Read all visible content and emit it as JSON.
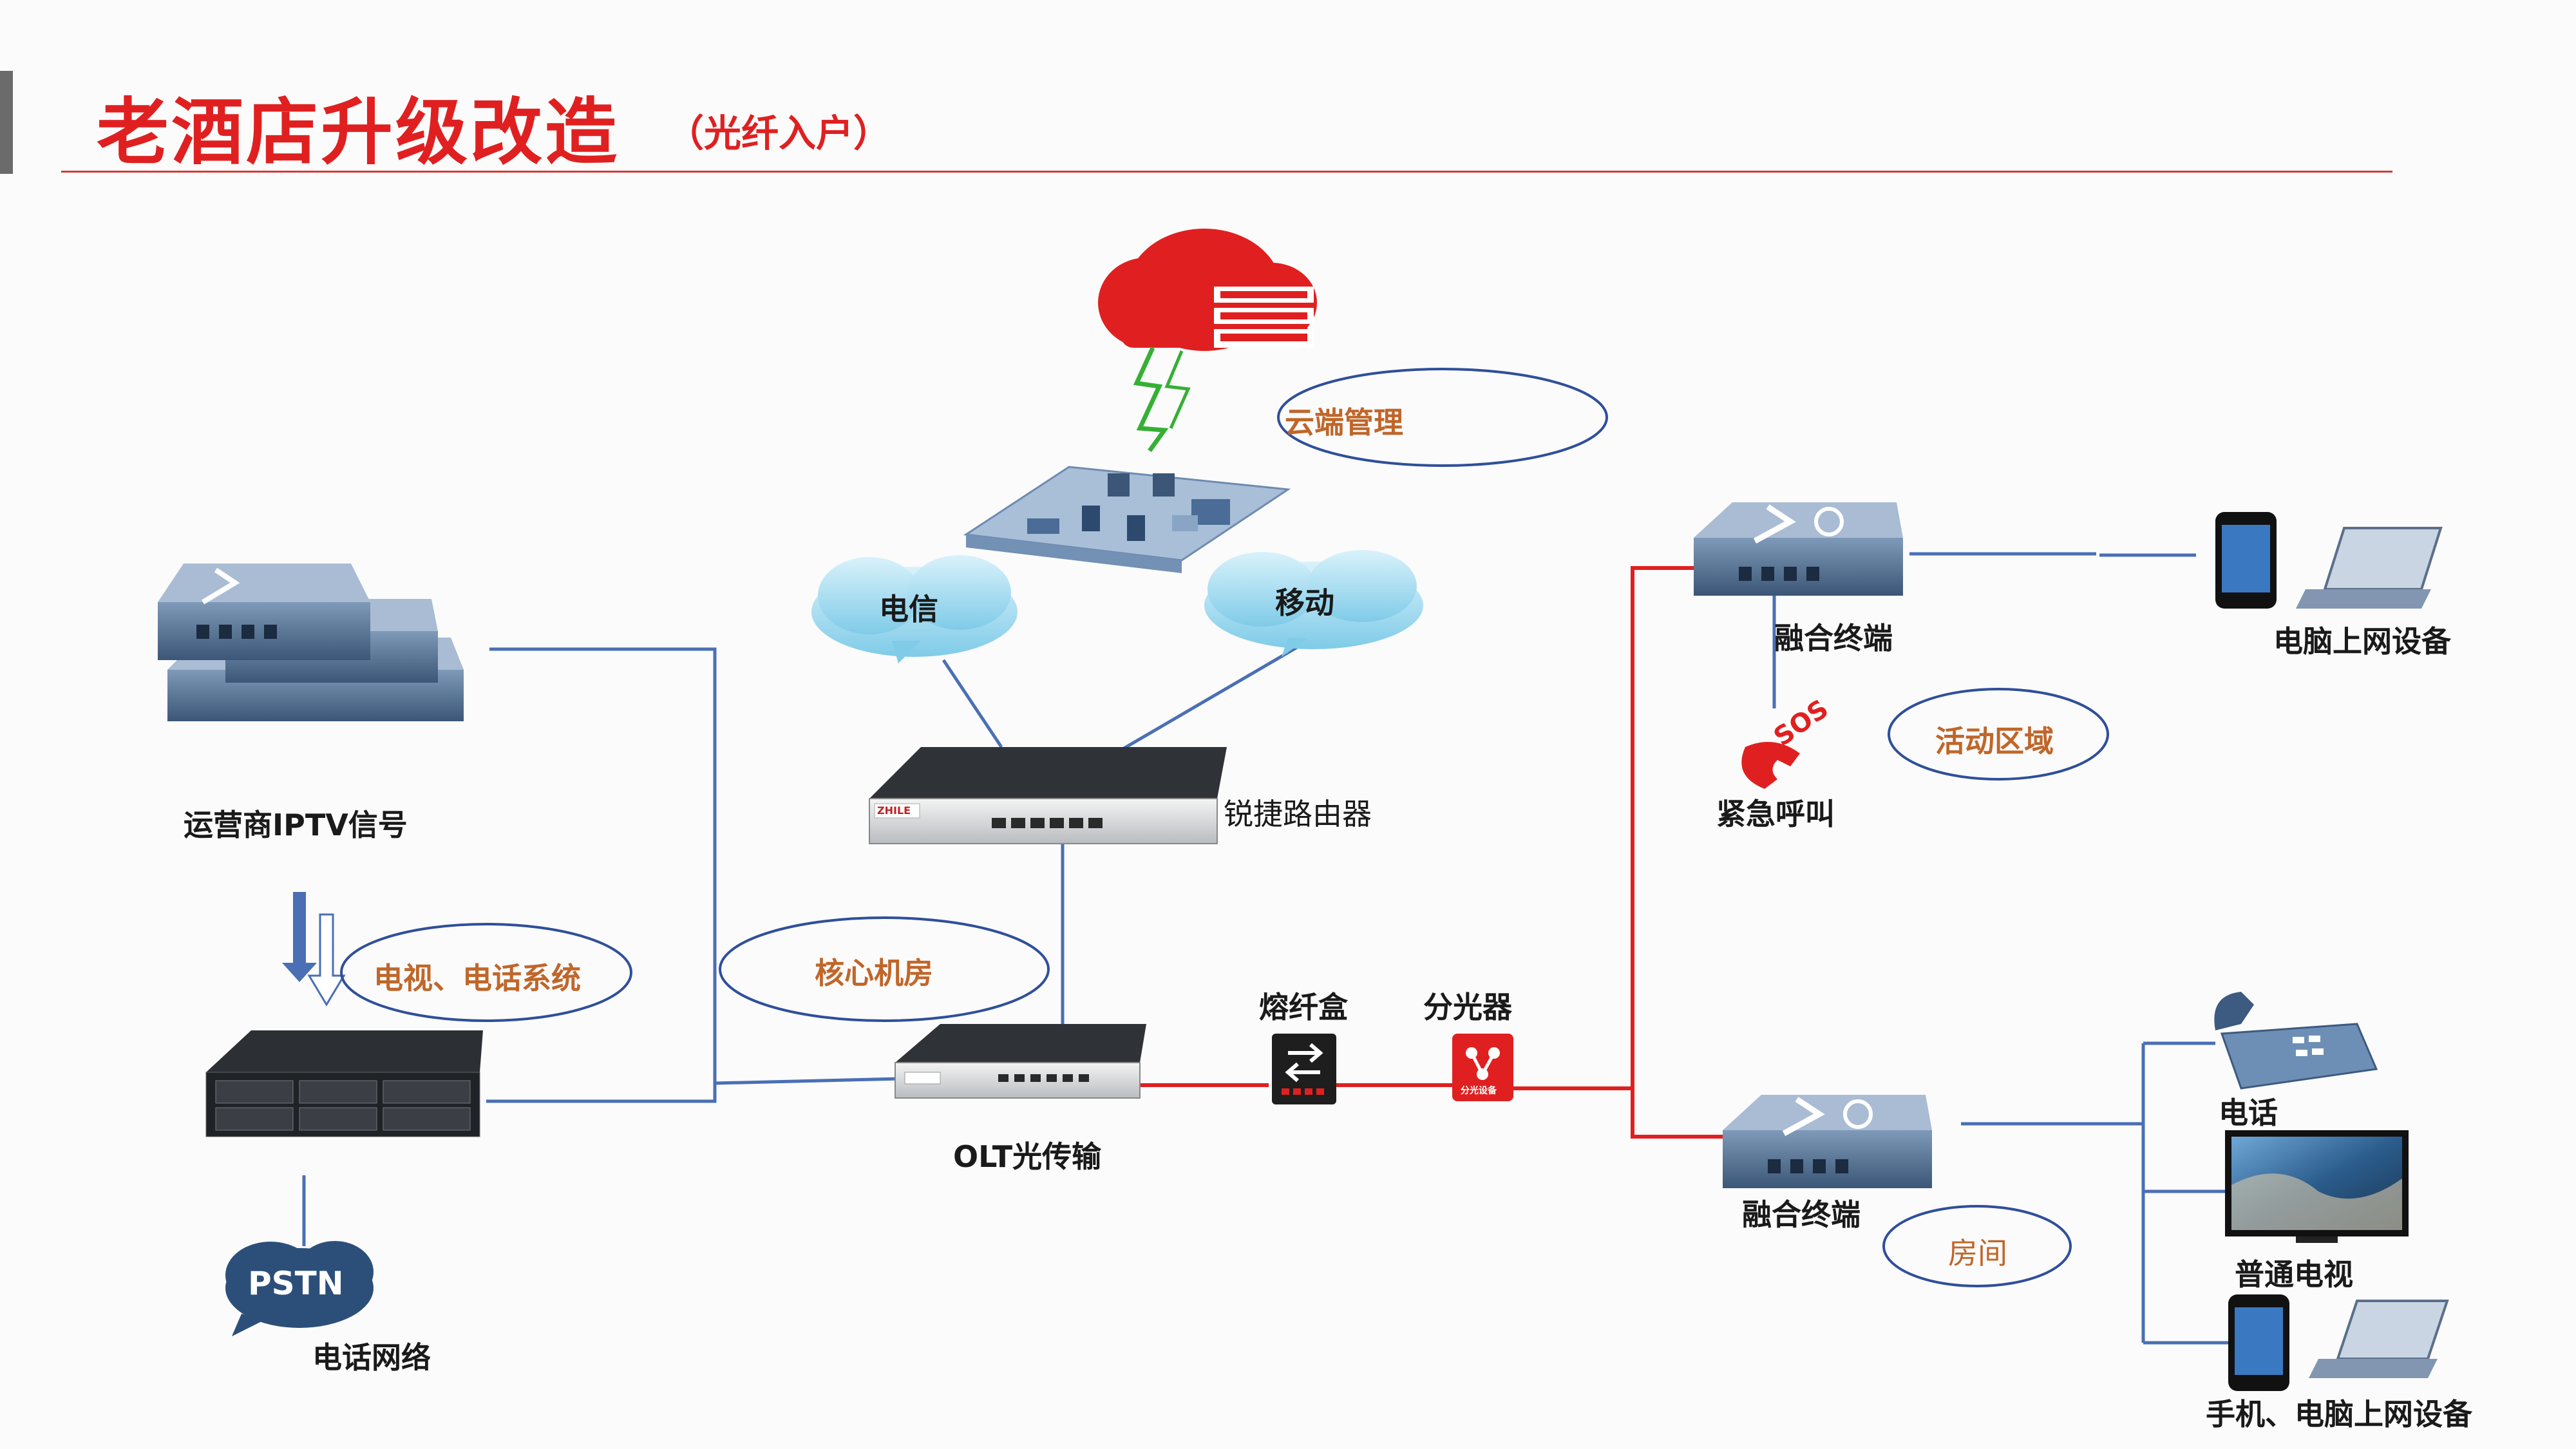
{
  "title": {
    "main": "老酒店升级改造",
    "sub": "（光纤入户）"
  },
  "labels": {
    "cloud_mgmt": "云端管理",
    "telecom": "电信",
    "mobile": "移动",
    "router": "锐捷路由器",
    "iptv": "运营商IPTV信号",
    "tv_phone_system": "电视、电话系统",
    "core_room": "核心机房",
    "olt": "OLT光传输",
    "splice_box": "熔纤盒",
    "splitter": "分光器",
    "pstn": "PSTN",
    "phone_network": "电话网络",
    "fusion_terminal_top": "融合终端",
    "fusion_terminal_bottom": "融合终端",
    "emergency_call": "紧急呼叫",
    "activity_area": "活动区域",
    "room": "房间",
    "pc_devices": "电脑上网设备",
    "phone": "电话",
    "tv": "普通电视",
    "mobile_pc_devices": "手机、电脑上网设备",
    "router_brand": "ZHILE",
    "sos": "SOS",
    "splitter_chip": "分光设备"
  },
  "colors": {
    "title_red": "#e02020",
    "fiber_red": "#e02020",
    "link_blue": "#4a6fb5",
    "ellipse_border": "#2f4f9a",
    "ellipse_text": "#c0662a",
    "device_blue": "#3d5a80"
  },
  "icons": [
    "cloud-icon",
    "lightning-icon",
    "network-platform-icon",
    "router-icon",
    "olt-icon",
    "server-icon",
    "fusion-terminal-icon",
    "sos-icon",
    "splice-box-icon",
    "splitter-icon",
    "telephone-icon",
    "tv-icon",
    "smartphone-icon",
    "laptop-icon",
    "pstn-cloud-icon"
  ]
}
